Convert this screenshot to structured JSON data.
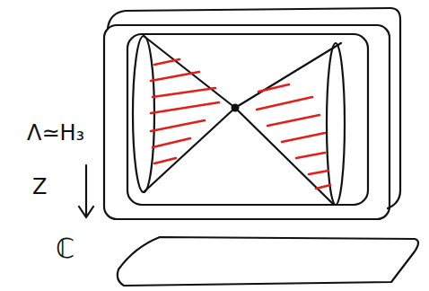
{
  "diagram": {
    "labels": [
      "Λ≃H₃",
      "Z",
      "ℂ"
    ]
  }
}
